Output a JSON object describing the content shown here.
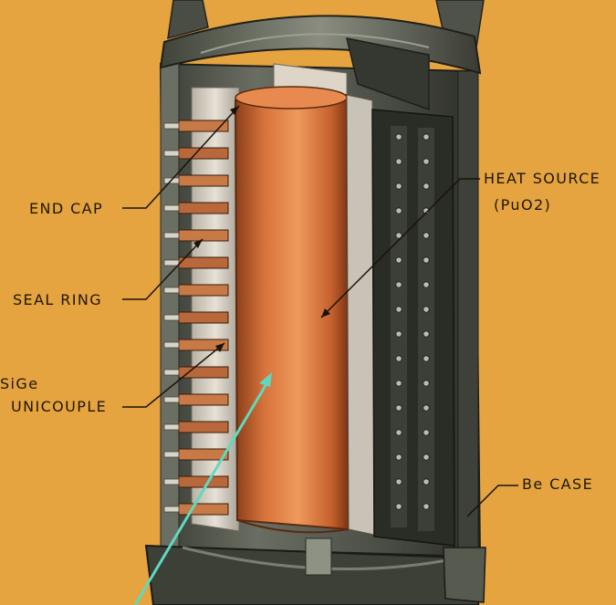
{
  "diagram": {
    "labels": {
      "end_cap": "END CAP",
      "seal_ring": "SEAL RING",
      "unicouple_line1": "SiGe",
      "unicouple_line2": "UNICOUPLE",
      "heat_source_line1": "HEAT SOURCE",
      "heat_source_line2": "(PuO2)",
      "be_case": "Be CASE"
    },
    "colors": {
      "background": "#e5a43f",
      "case_metal": "#5a5e52",
      "heat_source": "#d6723a",
      "insulation": "#cdc6ba",
      "label_text": "#1f1608",
      "annotation_arrow": "#5fd9c0"
    },
    "parts": [
      {
        "name": "top-dome",
        "icon": "dome-shape"
      },
      {
        "name": "heat-source-cylinder",
        "icon": "cylinder-shape"
      },
      {
        "name": "thermocouple-stack",
        "icon": "layered-plates"
      },
      {
        "name": "fuel-tray",
        "icon": "rivet-panel"
      },
      {
        "name": "bottom-base",
        "icon": "flange-shape"
      }
    ]
  }
}
